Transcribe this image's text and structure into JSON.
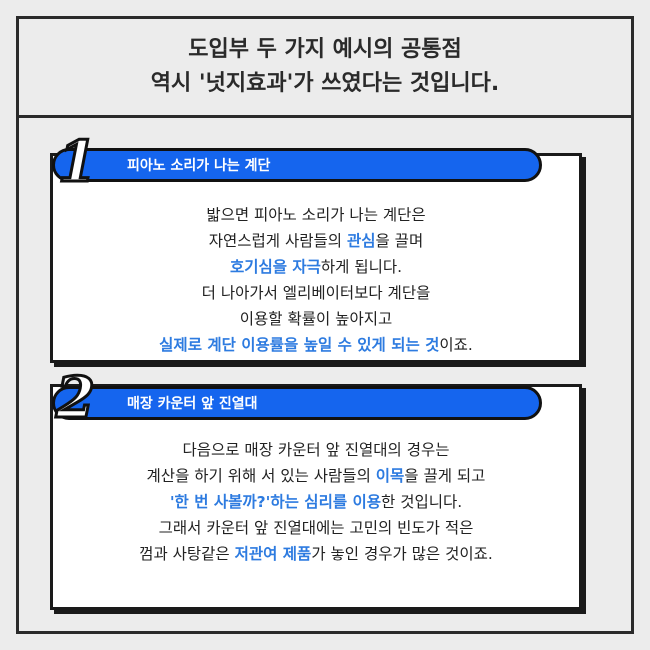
{
  "header": {
    "line1": "도입부 두 가지 예시의 공통점",
    "line2": "역시 '넛지효과'가 쓰였다는 것입니다."
  },
  "sections": [
    {
      "number": "1",
      "title": "피아노 소리가 나는 계단",
      "lines": [
        [
          {
            "t": "밟으면 피아노 소리가 나는 계단은"
          }
        ],
        [
          {
            "t": "자연스럽게 사람들의 "
          },
          {
            "t": "관심",
            "hl": true
          },
          {
            "t": "을 끌며"
          }
        ],
        [
          {
            "t": "호기심을 자극",
            "hl": true
          },
          {
            "t": "하게 됩니다."
          }
        ],
        [
          {
            "t": "더 나아가서 엘리베이터보다 계단을"
          }
        ],
        [
          {
            "t": "이용할 확률이 높아지고"
          }
        ],
        [
          {
            "t": "실제로 계단 이용률을 높일 수 있게 되는 것",
            "hl": true
          },
          {
            "t": "이죠."
          }
        ]
      ]
    },
    {
      "number": "2",
      "title": "매장 카운터 앞 진열대",
      "lines": [
        [
          {
            "t": "다음으로 매장 카운터 앞 진열대의 경우는"
          }
        ],
        [
          {
            "t": "계산을 하기 위해 서 있는 사람들의 "
          },
          {
            "t": "이목",
            "hl": true
          },
          {
            "t": "을 끌게 되고"
          }
        ],
        [
          {
            "t": "'한 번 사볼까?'하는 심리를 이용",
            "hl": true
          },
          {
            "t": "한 것입니다."
          }
        ],
        [
          {
            "t": "그래서 카운터 앞 진열대에는 고민의 빈도가 적은"
          }
        ],
        [
          {
            "t": "껌과 사탕같은 "
          },
          {
            "t": "저관여 제품",
            "hl": true
          },
          {
            "t": "가 놓인 경우가 많은 것이죠."
          }
        ]
      ]
    }
  ],
  "colors": {
    "accent": "#1565ee",
    "highlight": "#2d7be0",
    "background": "#ececec"
  }
}
